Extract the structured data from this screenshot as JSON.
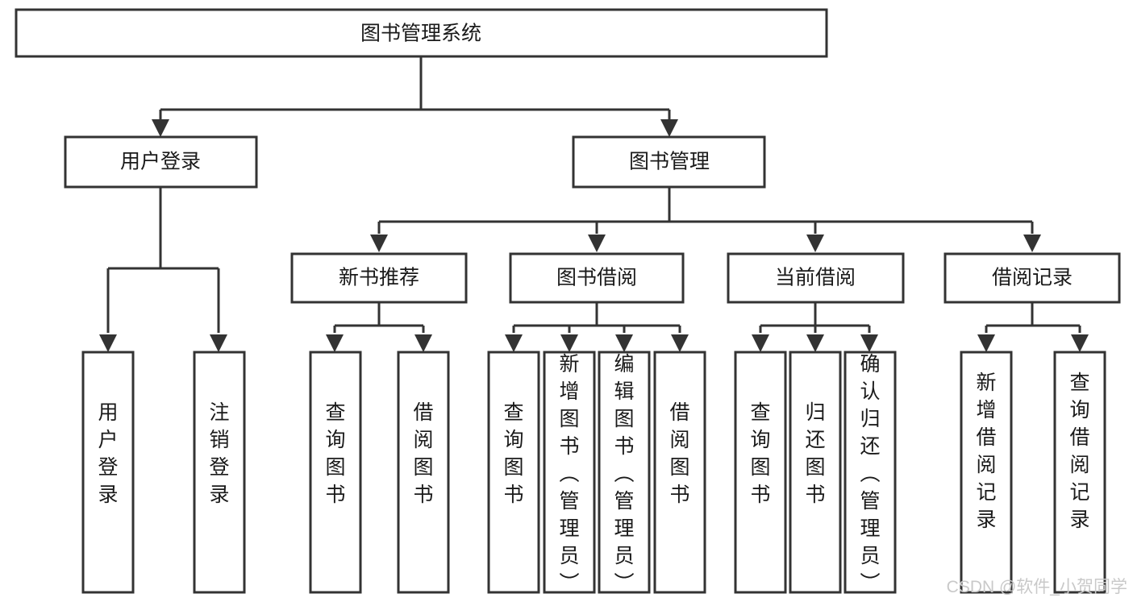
{
  "diagram": {
    "title": "图书管理系统",
    "type": "tree-hierarchy-chart",
    "colors": {
      "box_fill": "#ffffff",
      "box_stroke": "#333333",
      "text": "#1a1a1a",
      "background": "#ffffff",
      "watermark": "#c9c9c9"
    },
    "root": {
      "label": "图书管理系统"
    },
    "level2": [
      {
        "label": "用户登录"
      },
      {
        "label": "图书管理"
      }
    ],
    "level3": [
      {
        "label": "新书推荐"
      },
      {
        "label": "图书借阅"
      },
      {
        "label": "当前借阅"
      },
      {
        "label": "借阅记录"
      }
    ],
    "leaves": {
      "user_login": [
        {
          "label": "用户登录"
        },
        {
          "label": "注销登录"
        }
      ],
      "new_book_recommend": [
        {
          "label": "查询图书"
        },
        {
          "label": "借阅图书"
        }
      ],
      "book_borrow": [
        {
          "label": "查询图书"
        },
        {
          "label": "新增图书（管理员）"
        },
        {
          "label": "编辑图书（管理员）"
        },
        {
          "label": "借阅图书"
        }
      ],
      "current_borrow": [
        {
          "label": "查询图书"
        },
        {
          "label": "归还图书"
        },
        {
          "label": "确认归还（管理员）"
        }
      ],
      "borrow_records": [
        {
          "label": "新增借阅记录"
        },
        {
          "label": "查询借阅记录"
        }
      ]
    },
    "watermark": "CSDN @软件_小贺同学"
  }
}
